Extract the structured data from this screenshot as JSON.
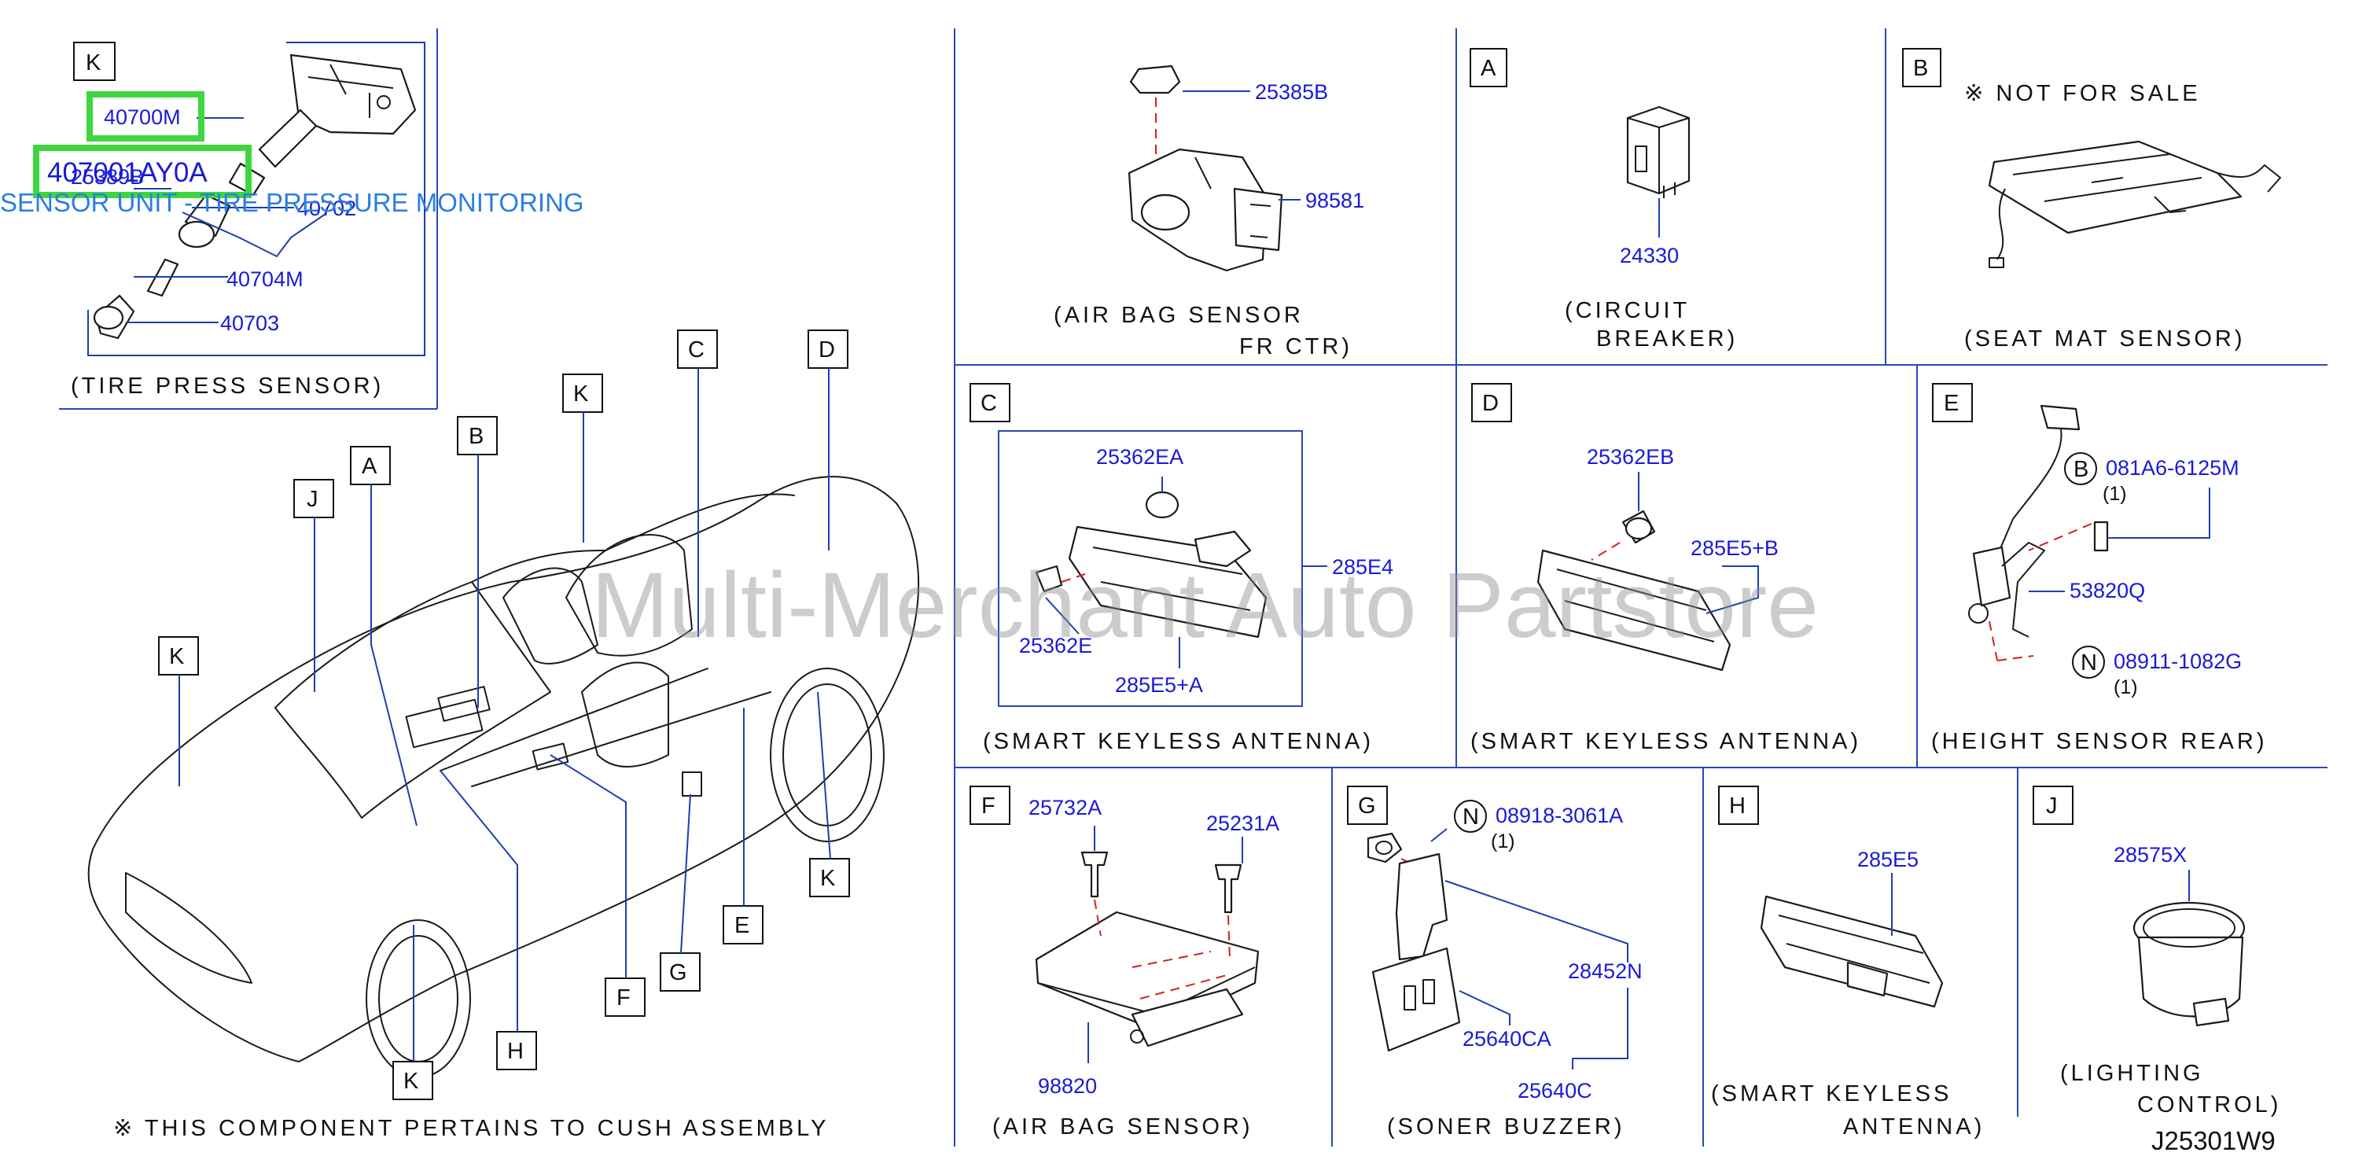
{
  "watermark": "Multi-Merchant Auto Partstore",
  "diagram_code": "J25301W9",
  "footnote": "※ THIS COMPONENT PERTAINS TO CUSH ASSEMBLY",
  "highlight": {
    "part_number": "407001AY0A",
    "description": "SENSOR UNIT - TIRE PRESSURE MONITORING"
  },
  "panels": {
    "K": {
      "letter": "K",
      "title": "(TIRE PRESS SENSOR)",
      "parts": [
        "40700M",
        "25389B",
        "40702",
        "40704M",
        "40703"
      ]
    },
    "air_bag_ctr": {
      "title_line1": "(AIR BAG SENSOR",
      "title_line2": "FR CTR)",
      "parts": [
        "25385B",
        "98581"
      ]
    },
    "A": {
      "letter": "A",
      "title_line1": "(CIRCUIT",
      "title_line2": "BREAKER)",
      "parts": [
        "24330"
      ]
    },
    "B": {
      "letter": "B",
      "note": "※ NOT FOR SALE",
      "title": "(SEAT MAT SENSOR)"
    },
    "C": {
      "letter": "C",
      "title": "(SMART KEYLESS ANTENNA)",
      "parts": [
        "25362EA",
        "285E4",
        "25362E",
        "285E5+A"
      ]
    },
    "D": {
      "letter": "D",
      "title": "(SMART KEYLESS ANTENNA)",
      "parts": [
        "25362EB",
        "285E5+B"
      ]
    },
    "E": {
      "letter": "E",
      "title": "(HEIGHT SENSOR REAR)",
      "parts": [
        "081A6-6125M",
        "53820Q",
        "08911-1082G"
      ],
      "qty": [
        "(1)",
        "(1)"
      ],
      "circles": [
        "B",
        "N"
      ]
    },
    "F": {
      "letter": "F",
      "title": "(AIR BAG SENSOR)",
      "parts": [
        "25732A",
        "25231A",
        "98820"
      ]
    },
    "G": {
      "letter": "G",
      "title": "(SONER BUZZER)",
      "parts": [
        "08918-3061A",
        "28452N",
        "25640CA",
        "25640C"
      ],
      "qty": [
        "(1)"
      ],
      "circles": [
        "N"
      ]
    },
    "H": {
      "letter": "H",
      "title_line1": "(SMART KEYLESS",
      "title_line2": "ANTENNA)",
      "parts": [
        "285E5"
      ]
    },
    "J": {
      "letter": "J",
      "title_line1": "(LIGHTING",
      "title_line2": "CONTROL)",
      "parts": [
        "28575X"
      ]
    }
  },
  "car_callouts": [
    "A",
    "B",
    "C",
    "D",
    "E",
    "F",
    "G",
    "H",
    "J",
    "K"
  ]
}
